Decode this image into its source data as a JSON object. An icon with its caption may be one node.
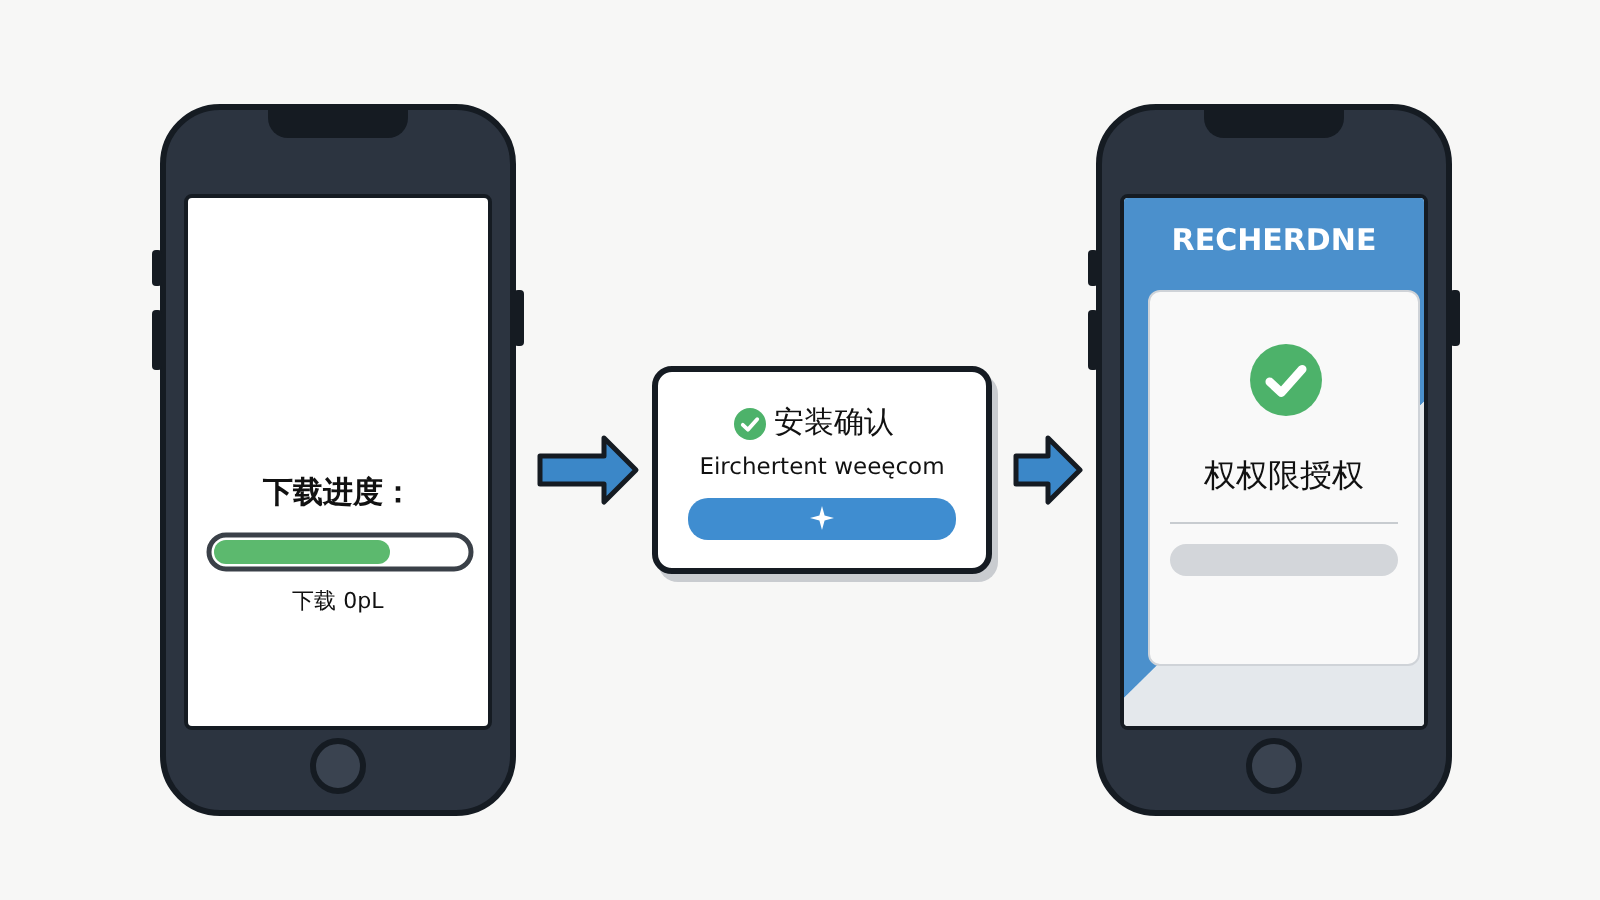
{
  "diagram": {
    "nodes": [
      {
        "text": [
          "下载进度：",
          "下载 0pL"
        ]
      },
      {
        "text": [
          "安装确认",
          "Eirchertent weeęcom"
        ]
      },
      {
        "text": [
          "RECHERDNE"
        ]
      },
      {
        "text": [
          "权权限授权"
        ],
        "in": 2
      }
    ],
    "edges": [
      {
        "from": 0,
        "to": 1,
        "arrow": "to"
      },
      {
        "from": 1,
        "to": 2,
        "arrow": "to"
      }
    ]
  }
}
